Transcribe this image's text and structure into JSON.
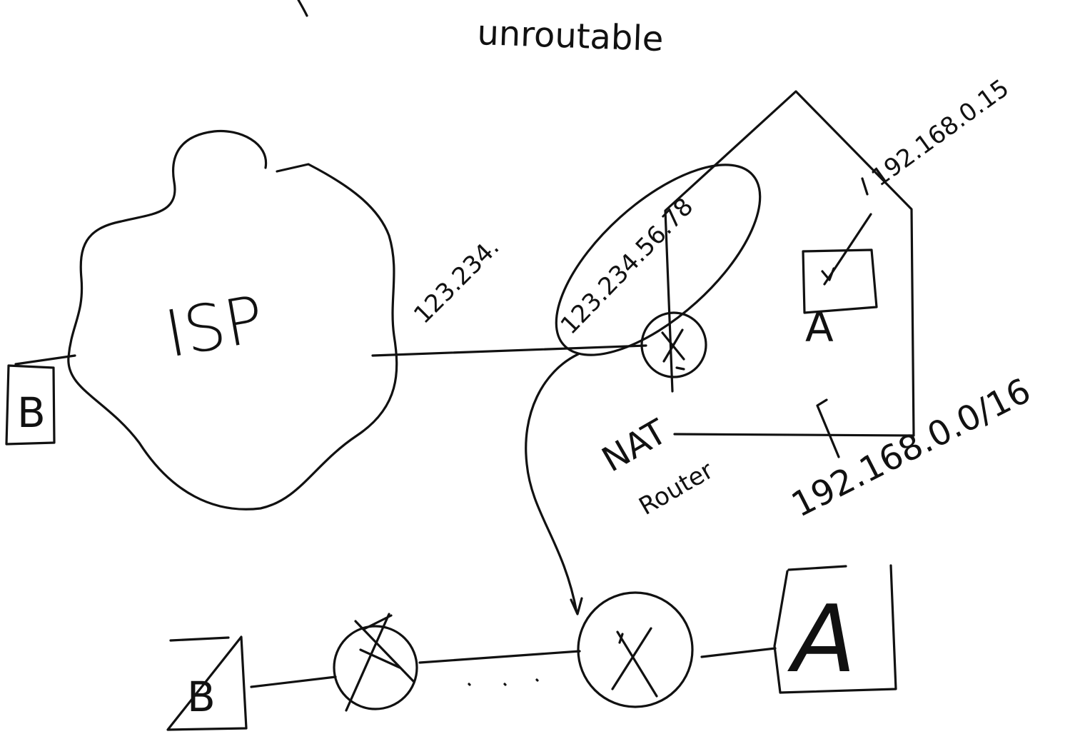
{
  "labels": {
    "top_note": "unroutable",
    "isp": "ISP",
    "isp_link_ip": "123.234.",
    "router_public_ip": "123.234.56.78",
    "host_ip": "192.168.0.15",
    "subnet": "192.168.0.0/16",
    "nat_router_line1": "NAT",
    "nat_router_line2": "Router"
  },
  "nodes": {
    "external_host_small": "B",
    "internal_host": "A",
    "bottom_host_b": "B",
    "bottom_host_a": "A"
  },
  "colors": {
    "ink": "#111111",
    "paper": "#ffffff"
  }
}
